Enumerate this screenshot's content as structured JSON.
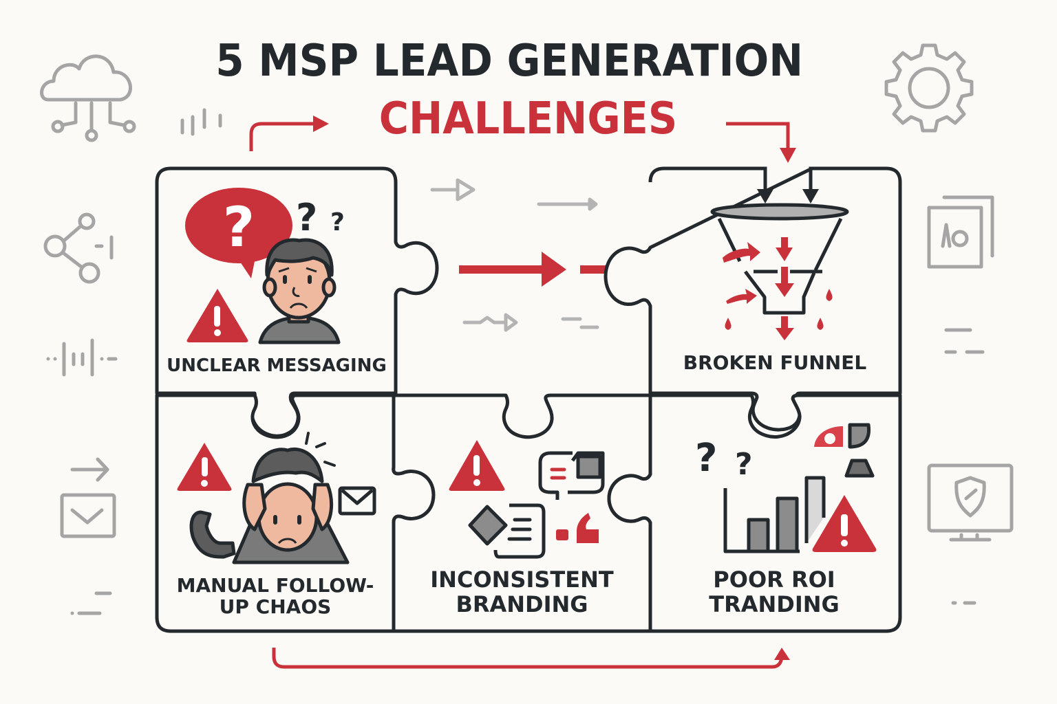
{
  "title": {
    "line1": "5 MSP LEAD GENERATION",
    "line2": "CHALLENGES"
  },
  "colors": {
    "background": "#fbfaf7",
    "ink": "#23292c",
    "accent_red": "#c9323a",
    "icon_gray": "#a5a5a5",
    "fill_gray": "#8c8c8c",
    "skin": "#efb9a0"
  },
  "pieces": [
    {
      "id": "unclear-messaging",
      "label": "UNCLEAR MESSAGING",
      "icons": [
        "speech-bubble-question-icon",
        "question-marks-icon",
        "confused-person-icon",
        "warning-triangle-icon"
      ]
    },
    {
      "id": "broken-funnel",
      "label": "BROKEN FUNNEL",
      "icons": [
        "funnel-icon",
        "leak-drops-icon",
        "down-arrows-icon"
      ]
    },
    {
      "id": "manual-follow-up",
      "label_line1": "MANUAL FOLLOW-",
      "label_line2": "UP CHAOS",
      "icons": [
        "stressed-person-icon",
        "warning-triangle-icon",
        "phone-icon",
        "envelope-icon"
      ]
    },
    {
      "id": "inconsistent-branding",
      "label_line1": "INCONSISTENT",
      "label_line2": "BRANDING",
      "icons": [
        "warning-triangle-icon",
        "chat-bubble-icon",
        "brand-card-icon",
        "quote-icon"
      ]
    },
    {
      "id": "poor-roi",
      "label_line1": "POOR ROI",
      "label_line2": "TRANDING",
      "icons": [
        "question-marks-icon",
        "bar-chart-icon",
        "warning-triangle-icon",
        "broken-shapes-icon"
      ]
    }
  ],
  "decor_icons": {
    "left": [
      "cloud-network-icon",
      "share-icon",
      "audio-wave-icon",
      "arrow-right-icon",
      "inbox-icon",
      "dash-lines-icon"
    ],
    "right": [
      "gear-icon",
      "document-copy-icon",
      "dash-lines-icon",
      "monitor-shield-icon",
      "dash-lines-icon"
    ]
  }
}
